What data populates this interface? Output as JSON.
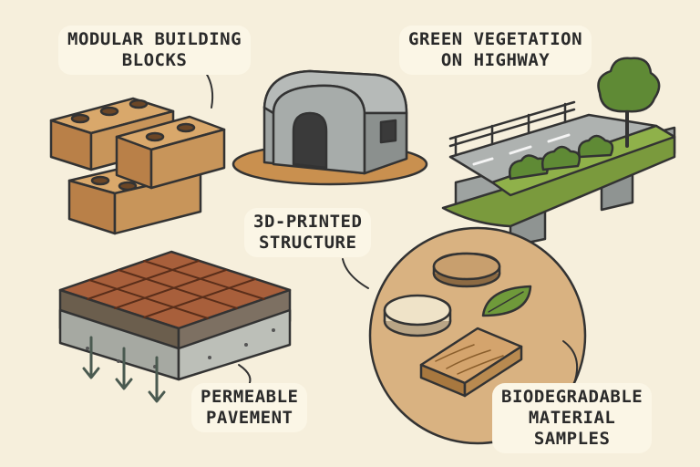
{
  "labels": {
    "modular_blocks": {
      "line1": "MODULAR BUILDING",
      "line2": "BLOCKS"
    },
    "green_vegetation": {
      "line1": "GREEN VEGETATION",
      "line2": "ON HIGHWAY"
    },
    "printed_structure": {
      "line1": "3D-PRINTED",
      "line2": "STRUCTURE"
    },
    "permeable_pavement": {
      "line1": "PERMEABLE",
      "line2": "PAVEMENT"
    },
    "biodegradable": {
      "line1": "BIODEGRADABLE",
      "line2": "MATERIAL",
      "line3": "SAMPLES"
    }
  },
  "colors": {
    "background": "#f6efdc",
    "brick": "#c8955a",
    "paver": "#9b5535",
    "concrete": "#8f9492",
    "grass": "#7a9a3d",
    "sample_disc": "#e8d9bb",
    "outline": "#333333"
  },
  "icons": [
    "brick-stack-icon",
    "dome-shelter-icon",
    "highway-bridge-icon",
    "paver-block-icon",
    "material-samples-icon",
    "leaf-icon",
    "tree-icon",
    "drain-arrow-icon"
  ]
}
